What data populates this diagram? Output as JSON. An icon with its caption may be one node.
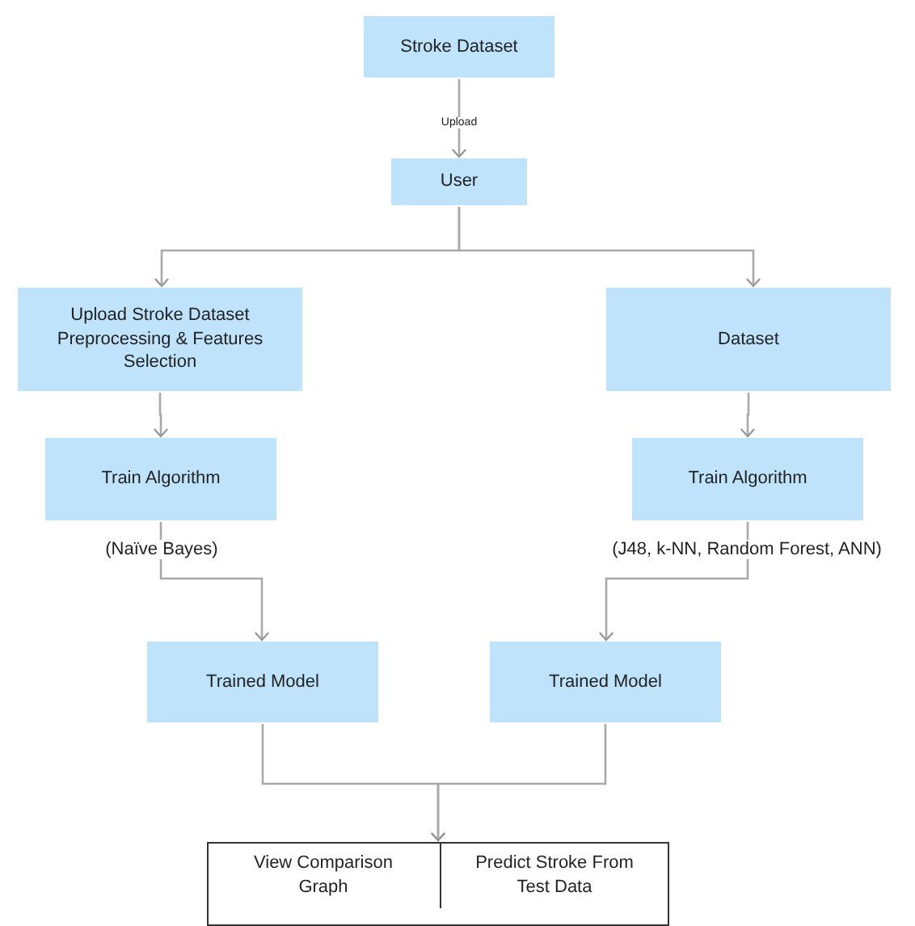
{
  "diagram": {
    "nodes": [
      {
        "text": [
          "Stroke Dataset"
        ]
      },
      {
        "text": [
          "User"
        ]
      },
      {
        "text": [
          "Upload Stroke Dataset Preprocessing & Features Selection"
        ]
      },
      {
        "text": [
          "Dataset"
        ]
      },
      {
        "text": [
          "Train Algorithm"
        ]
      },
      {
        "text": [
          "Train Algorithm"
        ]
      },
      {
        "text": [
          "Trained Model"
        ]
      },
      {
        "text": [
          "Trained Model"
        ]
      },
      {
        "text": [],
        "shape": "box"
      },
      {
        "text": [
          "View Comparison Graph"
        ],
        "in": 8
      },
      {
        "text": [
          "Predict Stroke From Test Data"
        ],
        "in": 8
      }
    ],
    "edges": [
      {
        "from": 0,
        "to": 1,
        "arrow": "to",
        "label": "Upload"
      },
      {
        "from": 1,
        "to": 2,
        "arrow": "to"
      },
      {
        "from": 1,
        "to": 3,
        "arrow": "to"
      },
      {
        "from": 2,
        "to": 4,
        "arrow": "to"
      },
      {
        "from": 3,
        "to": 5,
        "arrow": "to"
      },
      {
        "from": 4,
        "to": 6,
        "arrow": "to",
        "label": "(Naïve Bayes)"
      },
      {
        "from": 5,
        "to": 7,
        "arrow": "to",
        "label": "(J48, k-NN, Random Forest, ANN)"
      },
      {
        "from": 6,
        "to": 8,
        "arrow": "to"
      },
      {
        "from": 7,
        "to": 8,
        "arrow": "to"
      }
    ]
  }
}
